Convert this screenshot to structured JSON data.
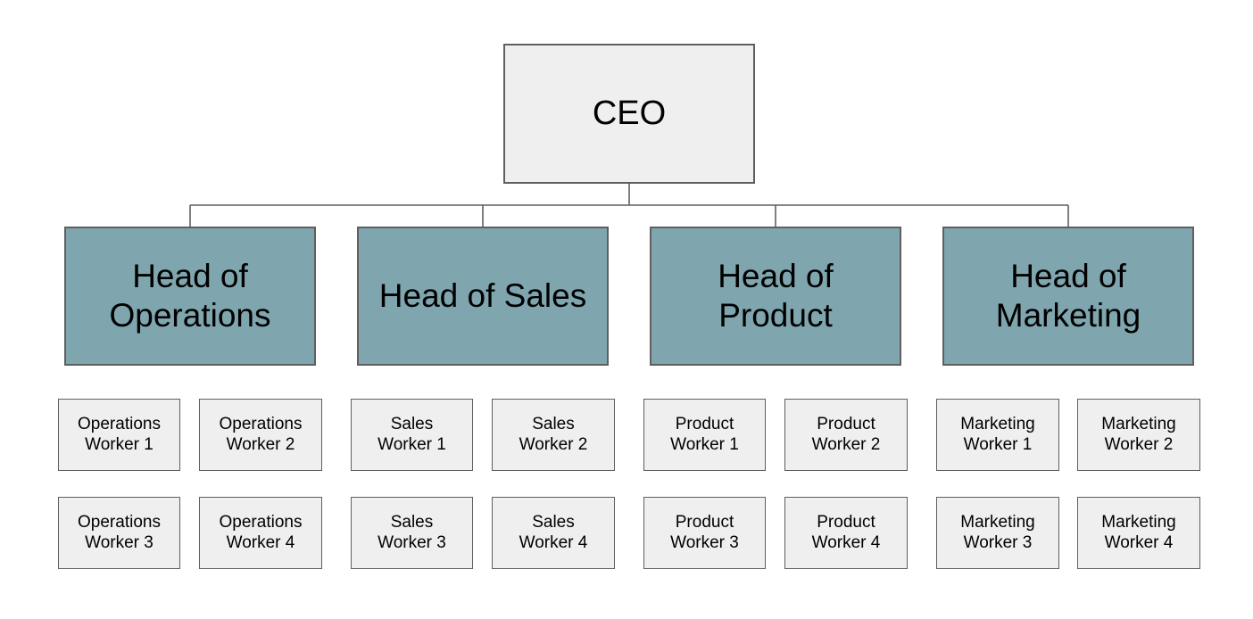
{
  "ceo": {
    "label": "CEO"
  },
  "departments": [
    {
      "head": "Head of\nOperations",
      "workers": [
        "Operations\nWorker 1",
        "Operations\nWorker 2",
        "Operations\nWorker 3",
        "Operations\nWorker 4"
      ]
    },
    {
      "head": "Head of Sales",
      "workers": [
        "Sales\nWorker 1",
        "Sales\nWorker 2",
        "Sales\nWorker 3",
        "Sales\nWorker 4"
      ]
    },
    {
      "head": "Head of\nProduct",
      "workers": [
        "Product\nWorker 1",
        "Product\nWorker 2",
        "Product\nWorker 3",
        "Product\nWorker 4"
      ]
    },
    {
      "head": "Head of\nMarketing",
      "workers": [
        "Marketing\nWorker 1",
        "Marketing\nWorker 2",
        "Marketing\nWorker 3",
        "Marketing\nWorker 4"
      ]
    }
  ],
  "colors": {
    "head_fill": "#7fa5ae",
    "box_fill": "#efefef",
    "border": "#5f5f5f"
  }
}
